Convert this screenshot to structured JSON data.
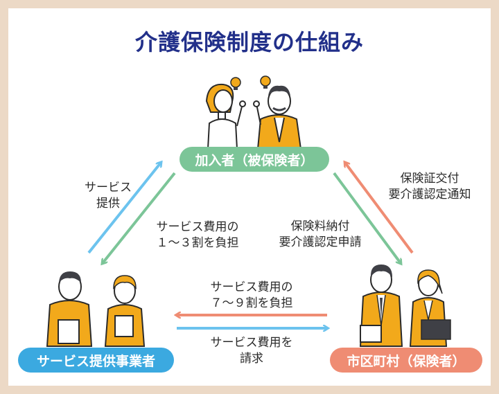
{
  "title": "介護保険制度の仕組み",
  "nodes": {
    "insured": "加入者（被保険者）",
    "provider": "サービス提供事業者",
    "municipality": "市区町村（保険者）"
  },
  "flows": {
    "service_provision": [
      "サービス",
      "提供"
    ],
    "cost_share_1_3": [
      "サービス費用の",
      "１～３割を負担"
    ],
    "premium_payment": [
      "保険料納付",
      "要介護認定申請"
    ],
    "certificate_issue": [
      "保険証交付",
      "要介護認定通知"
    ],
    "cost_share_7_9": [
      "サービス費用の",
      "７～９割を負担"
    ],
    "cost_claim": [
      "サービス費用を",
      "請求"
    ]
  },
  "colors": {
    "title": "#22308a",
    "green": "#7cc598",
    "blue": "#3ba9e0",
    "light_blue": "#6cc3ee",
    "salmon": "#ef8c73",
    "orange": "#f2a91b",
    "dark_suit": "#3f4046"
  }
}
